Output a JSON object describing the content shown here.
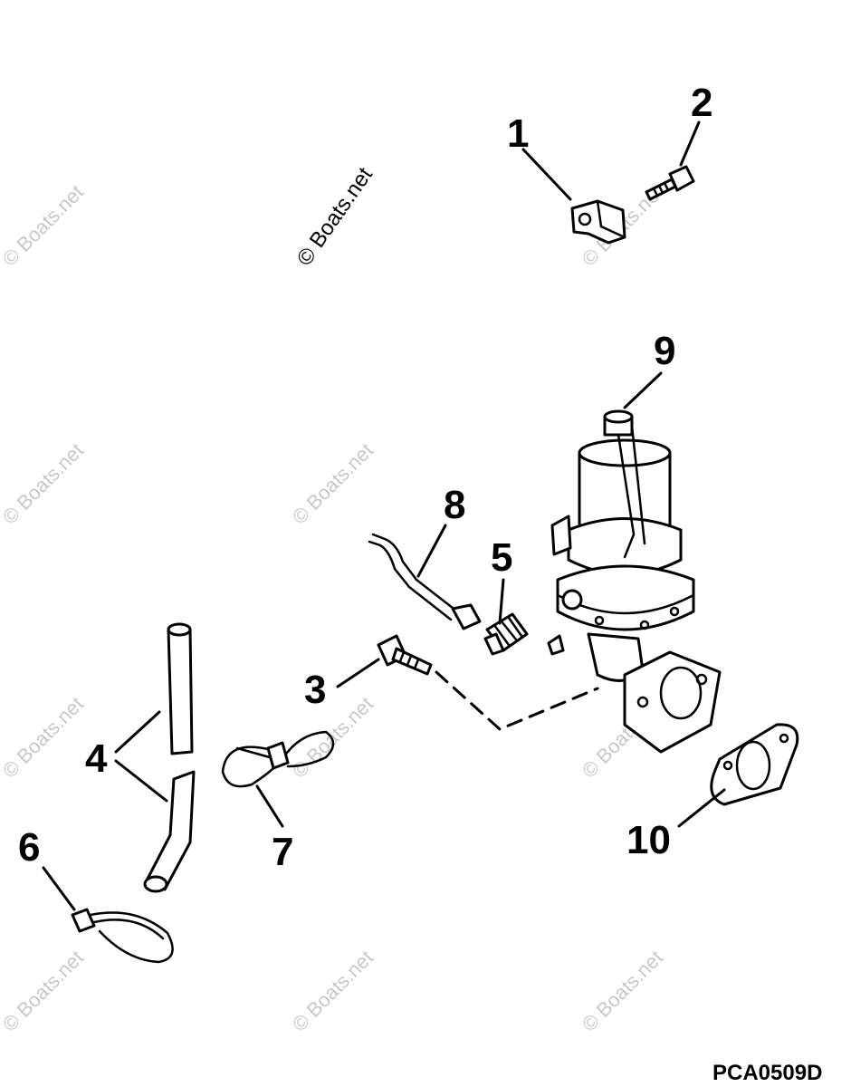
{
  "watermark": "© Boats.net",
  "drawing_code": "PCA0509D",
  "callouts": {
    "c1": "1",
    "c2": "2",
    "c3": "3",
    "c4": "4",
    "c5": "5",
    "c6": "6",
    "c7": "7",
    "c8": "8",
    "c9": "9",
    "c10": "10"
  }
}
